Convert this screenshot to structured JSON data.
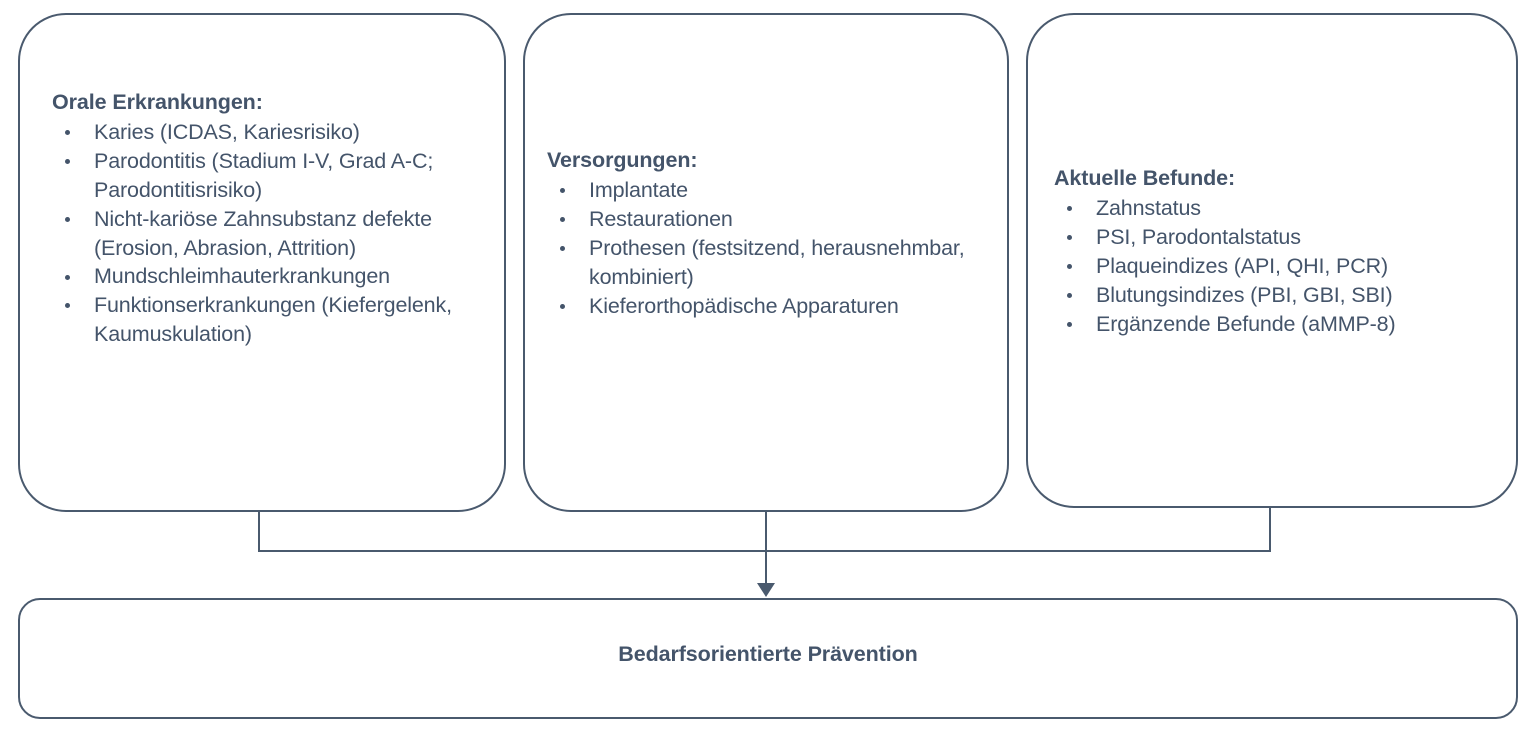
{
  "diagram": {
    "title_text": "Bedarfsorientierte Prävention",
    "accent_color": "#44546A",
    "border_color": "#4A5A6E",
    "background_color": "#FFFFFF",
    "boxes": [
      {
        "id": "oral-diseases",
        "heading": "Orale Erkrankungen:",
        "items": [
          "Karies (ICDAS, Kariesrisiko)",
          "Parodontitis (Stadium I-V, Grad A-C; Parodontitisrisiko)",
          "Nicht-kariöse Zahnsubstanz defekte (Erosion, Abrasion, Attrition)",
          "Mundschleimhauterkrankungen",
          "Funktionserkrankungen (Kiefergelenk, Kaumuskulation)"
        ]
      },
      {
        "id": "care-provisions",
        "heading": "Versorgungen:",
        "items": [
          "Implantate",
          "Restaurationen",
          "Prothesen (festsitzend, herausnehmbar, kombiniert)",
          "Kieferorthopädische Apparaturen"
        ]
      },
      {
        "id": "current-findings",
        "heading": "Aktuelle Befunde:",
        "items": [
          "Zahnstatus",
          "PSI, Parodontalstatus",
          "Plaqueindizes (API, QHI, PCR)",
          "Blutungsindizes (PBI, GBI, SBI)",
          "Ergänzende Befunde (aMMP-8)"
        ]
      }
    ],
    "outcome": {
      "id": "prevention",
      "label": "Bedarfsorientierte Prävention"
    },
    "connector": {
      "type": "merge-arrow",
      "direction": "down",
      "sources": [
        "oral-diseases",
        "care-provisions",
        "current-findings"
      ],
      "target": "prevention"
    }
  }
}
